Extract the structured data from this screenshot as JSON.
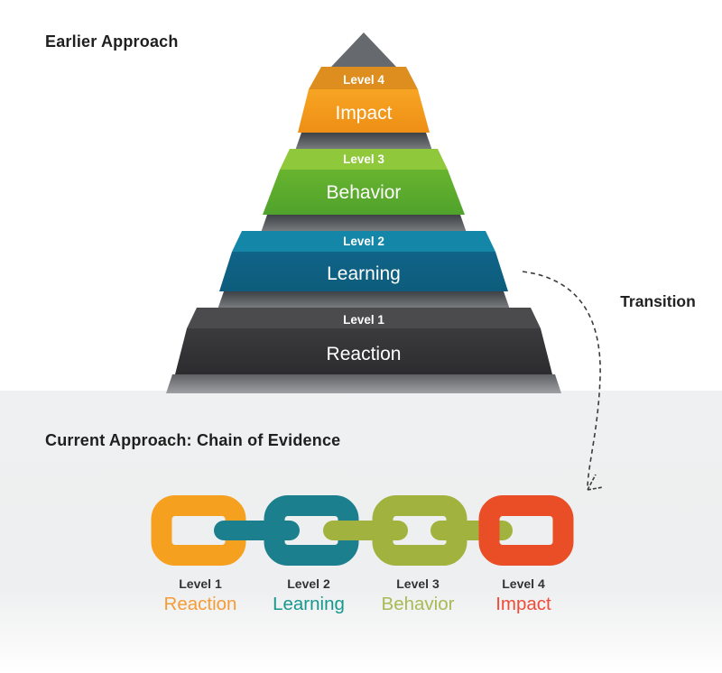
{
  "earlier": {
    "title": "Earlier Approach",
    "levels": [
      {
        "level": "Level 4",
        "name": "Impact",
        "color": "#F19A1E"
      },
      {
        "level": "Level 3",
        "name": "Behavior",
        "color": "#63B12E"
      },
      {
        "level": "Level 2",
        "name": "Learning",
        "color": "#106488"
      },
      {
        "level": "Level 1",
        "name": "Reaction",
        "color": "#39393B"
      }
    ]
  },
  "transition": {
    "label": "Transition"
  },
  "current": {
    "title": "Current Approach: Chain of Evidence",
    "links": [
      {
        "level": "Level 1",
        "name": "Reaction",
        "ring_color": "#F5A01F",
        "label_color": "#F59C38"
      },
      {
        "level": "Level 2",
        "name": "Learning",
        "ring_color": "#1B7F8D",
        "label_color": "#17988E"
      },
      {
        "level": "Level 3",
        "name": "Behavior",
        "ring_color": "#A2B23F",
        "label_color": "#A9BA55"
      },
      {
        "level": "Level 4",
        "name": "Impact",
        "ring_color": "#E94E26",
        "label_color": "#F04B38"
      }
    ],
    "connectors": [
      {
        "color": "#1B7F8D"
      },
      {
        "color": "#A2B23F"
      },
      {
        "color": "#A2B23F"
      }
    ]
  }
}
